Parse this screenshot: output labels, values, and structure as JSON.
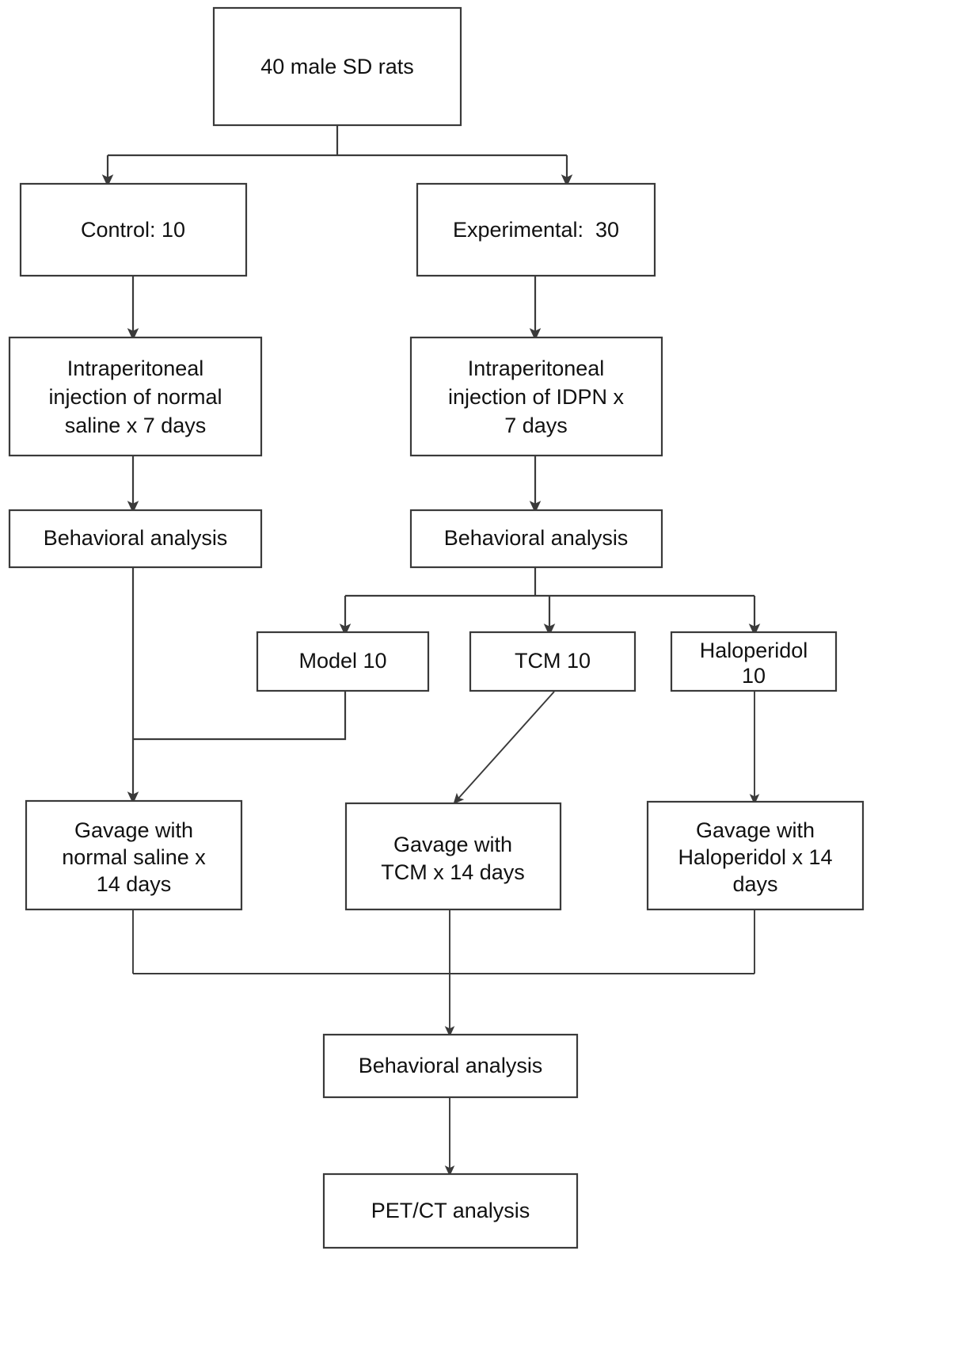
{
  "diagram": {
    "title": "Experimental workflow flowchart",
    "colors": {
      "background": "#ffffff",
      "box_border": "#3a3a3a",
      "box_fill": "#ffffff",
      "text": "#111111",
      "connector": "#3a3a3a"
    },
    "nodes": {
      "root": {
        "label": "40 male SD rats"
      },
      "control": {
        "label": "Control: 10"
      },
      "experimental": {
        "label": "Experimental:  30"
      },
      "control_injection": {
        "line1": "Intraperitoneal",
        "line2": "injection of normal",
        "line3": "saline x 7 days"
      },
      "experimental_injection": {
        "line1": "Intraperitoneal",
        "line2": "injection of IDPN x",
        "line3": "7 days"
      },
      "behavioral_left": {
        "label": "Behavioral analysis"
      },
      "behavioral_right": {
        "label": "Behavioral analysis"
      },
      "model_group": {
        "label": "Model 10"
      },
      "tcm_group": {
        "label": "TCM 10"
      },
      "haloperidol_group": {
        "line1": "Haloperidol",
        "line2": "10"
      },
      "gavage_saline": {
        "line1": "Gavage with",
        "line2": "normal saline x",
        "line3": "14 days"
      },
      "gavage_tcm": {
        "line1": "Gavage with",
        "line2": "TCM x 14 days"
      },
      "gavage_haloperidol": {
        "line1": "Gavage with",
        "line2": "Haloperidol x 14",
        "line3": "days"
      },
      "behavioral_final": {
        "label": "Behavioral analysis"
      },
      "petct": {
        "label": "PET/CT analysis"
      }
    },
    "edges": [
      {
        "from": "root",
        "to": "control",
        "type": "split-arrow"
      },
      {
        "from": "root",
        "to": "experimental",
        "type": "split-arrow"
      },
      {
        "from": "control",
        "to": "control_injection",
        "type": "arrow"
      },
      {
        "from": "experimental",
        "to": "experimental_injection",
        "type": "arrow"
      },
      {
        "from": "control_injection",
        "to": "behavioral_left",
        "type": "arrow"
      },
      {
        "from": "experimental_injection",
        "to": "behavioral_right",
        "type": "arrow"
      },
      {
        "from": "behavioral_right",
        "to": "model_group",
        "type": "split-arrow"
      },
      {
        "from": "behavioral_right",
        "to": "tcm_group",
        "type": "split-arrow"
      },
      {
        "from": "behavioral_right",
        "to": "haloperidol_group",
        "type": "split-arrow"
      },
      {
        "from": "behavioral_left",
        "to": "gavage_saline",
        "type": "arrow"
      },
      {
        "from": "model_group",
        "to": "gavage_saline",
        "type": "elbow"
      },
      {
        "from": "tcm_group",
        "to": "gavage_tcm",
        "type": "diagonal-arrow"
      },
      {
        "from": "haloperidol_group",
        "to": "gavage_haloperidol",
        "type": "arrow"
      },
      {
        "from": "gavage_saline",
        "to": "behavioral_final",
        "type": "merge"
      },
      {
        "from": "gavage_tcm",
        "to": "behavioral_final",
        "type": "merge"
      },
      {
        "from": "gavage_haloperidol",
        "to": "behavioral_final",
        "type": "merge"
      },
      {
        "from": "behavioral_final",
        "to": "petct",
        "type": "arrow"
      }
    ]
  }
}
